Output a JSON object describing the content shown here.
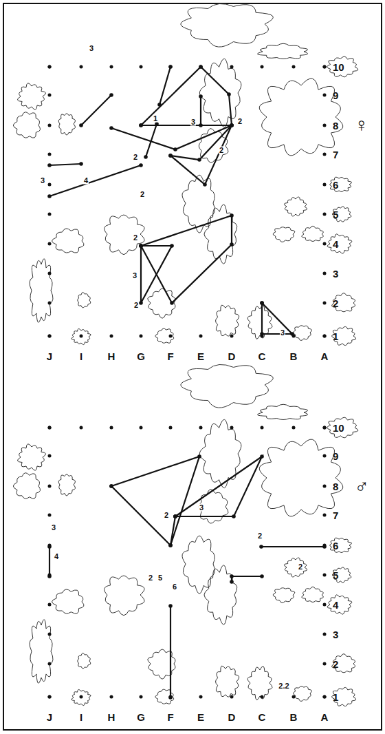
{
  "diagram": {
    "labels": [
      "J",
      "I",
      "H",
      "G",
      "F",
      "E",
      "D",
      "C",
      "B",
      "A",
      "10",
      "9",
      "8",
      "7",
      "6",
      "5",
      "4",
      "3",
      "2",
      "1",
      "♀",
      "3",
      "1",
      "3",
      "2",
      "2",
      "2",
      "3",
      "4",
      "2",
      "2",
      "3",
      "2",
      "3",
      "J",
      "I",
      "H",
      "G",
      "F",
      "E",
      "D",
      "C",
      "B",
      "A",
      "10",
      "9",
      "8",
      "7",
      "6",
      "5",
      "4",
      "3",
      "2",
      "1",
      "♂",
      "2",
      "3",
      "2",
      "2",
      "3",
      "4",
      "2",
      "5",
      "6",
      "2.2"
    ]
  }
}
